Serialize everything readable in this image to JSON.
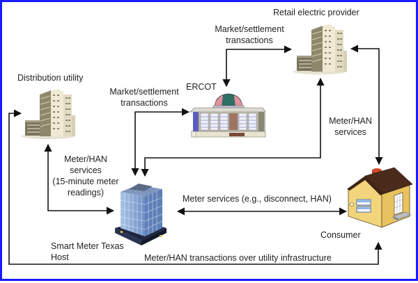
{
  "diagram": {
    "nodes": {
      "distribution_utility": {
        "label": "Distribution utility",
        "icon": "office-tower-icon"
      },
      "ercot": {
        "label": "ERCOT",
        "icon": "capitol-building-icon"
      },
      "retail_electric_provider": {
        "label": "Retail electric provider",
        "icon": "office-tower-icon"
      },
      "smart_meter_texas": {
        "label_line1": "Smart Meter Texas",
        "label_line2": "Host",
        "icon": "glass-skyscraper-icon"
      },
      "consumer": {
        "label": "Consumer",
        "icon": "house-icon"
      }
    },
    "edges": {
      "ercot_rep": {
        "line1": "Market/settlement",
        "line2": "transactions",
        "direction": "bidirectional"
      },
      "smt_ercot": {
        "line1": "Market/settlement",
        "line2": "transactions",
        "direction": "bidirectional"
      },
      "rep_consumer": {
        "line1": "Meter/HAN",
        "line2": "services",
        "direction": "bidirectional"
      },
      "utility_smt": {
        "line1": "Meter/HAN",
        "line2": "services",
        "line3": "(15-minute meter",
        "line4": "readings)",
        "direction": "bidirectional"
      },
      "smt_consumer": {
        "text": "Meter services (e.g., disconnect, HAN)",
        "direction": "bidirectional"
      },
      "utility_consumer": {
        "text": "Meter/HAN transactions over utility infrastructure",
        "direction": "bidirectional"
      },
      "smt_rep": {
        "direction": "bidirectional"
      }
    },
    "colors": {
      "frame_border": "#1a1aff",
      "arrow": "#111111",
      "label_text": "#222222"
    }
  }
}
